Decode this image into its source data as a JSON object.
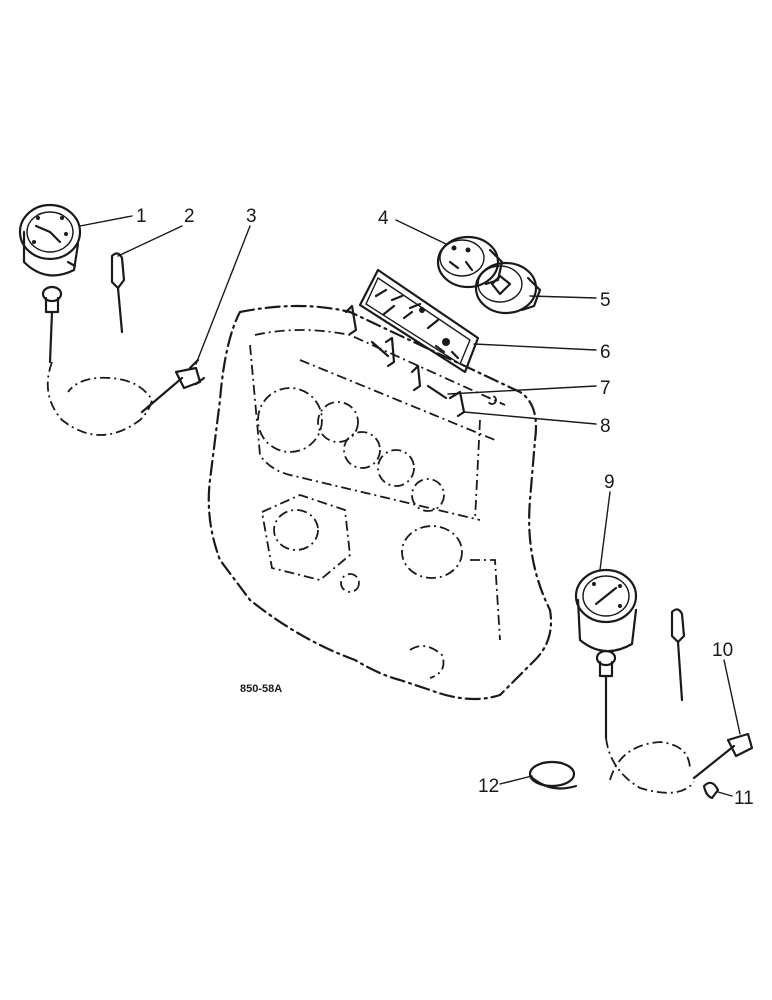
{
  "diagram": {
    "part_labels": [
      "1",
      "2",
      "3",
      "4",
      "5",
      "6",
      "7",
      "8",
      "9",
      "10",
      "11",
      "12"
    ],
    "reference_code": "850-58A"
  }
}
